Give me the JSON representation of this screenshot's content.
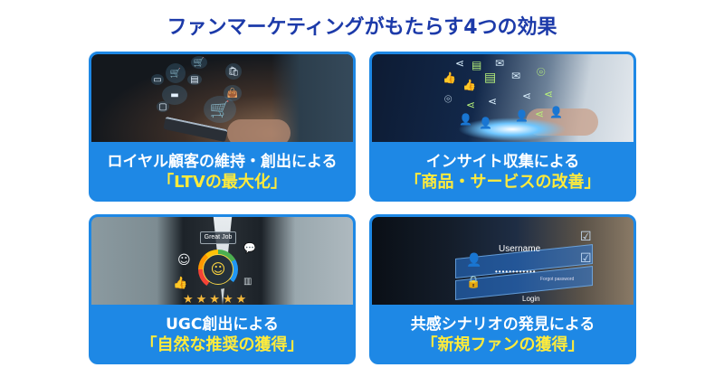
{
  "title": "ファンマーケティングがもたらす4つの効果",
  "colors": {
    "title": "#1c3aa9",
    "card_background": "#1e88e5",
    "caption_primary": "#ffffff",
    "caption_highlight": "#ffeb3b"
  },
  "cards": [
    {
      "caption_line1": "ロイヤル顧客の維持・創出による",
      "caption_line2": "「LTVの最大化」",
      "image": {
        "description": "hand holding smartphone with floating shopping icons",
        "icons": [
          "shopping-cart-icon",
          "shopping-bag-icon",
          "credit-card-icon",
          "wallet-icon"
        ]
      }
    },
    {
      "caption_line1": "インサイト収集による",
      "caption_line2": "「商品・サービスの改善」",
      "image": {
        "description": "smartphone emitting social media icons",
        "icons": [
          "like-icon",
          "chat-icon",
          "share-icon",
          "location-pin-icon",
          "user-icon",
          "mail-icon"
        ]
      }
    },
    {
      "caption_line1": "UGC創出による",
      "caption_line2": "「自然な推奨の獲得」",
      "image": {
        "description": "businessman touching satisfaction gauge with five stars",
        "label": "Great Job",
        "stars": 5
      }
    },
    {
      "caption_line1": "共感シナリオの発見による",
      "caption_line2": "「新規ファンの獲得」",
      "image": {
        "description": "hands typing with virtual login screen overlay",
        "username_label": "Username",
        "password_mask": "••••••••••••",
        "forgot_label": "Forgot password",
        "login_label": "Login"
      }
    }
  ]
}
